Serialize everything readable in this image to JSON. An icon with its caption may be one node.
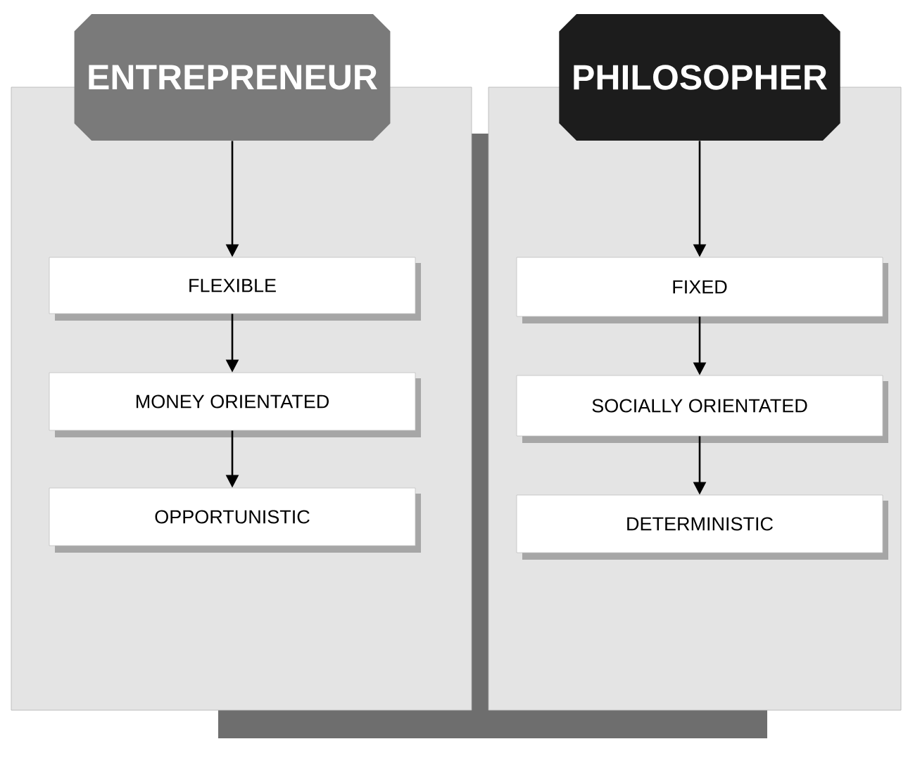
{
  "diagram": {
    "nodes": [
      {
        "text": [],
        "shape": "box"
      },
      {
        "text": [
          "ENTREPRENEUR"
        ]
      },
      {
        "text": [
          "FLEXIBLE"
        ],
        "in": 0
      },
      {
        "text": [
          "MONEY ORIENTATED"
        ],
        "in": 0
      },
      {
        "text": [
          "OPPORTUNISTIC"
        ],
        "in": 0
      },
      {
        "text": [],
        "shape": "box"
      },
      {
        "text": [
          "PHILOSOPHER"
        ]
      },
      {
        "text": [
          "FIXED"
        ],
        "in": 5
      },
      {
        "text": [
          "SOCIALLY ORIENTATED"
        ],
        "in": 5
      },
      {
        "text": [
          "DETERMINISTIC"
        ],
        "in": 5
      }
    ],
    "edges": [
      {
        "from": 1,
        "to": 2,
        "arrow": "to"
      },
      {
        "from": 2,
        "to": 3,
        "arrow": "to"
      },
      {
        "from": 3,
        "to": 4,
        "arrow": "to"
      },
      {
        "from": 6,
        "to": 7,
        "arrow": "to"
      },
      {
        "from": 7,
        "to": 8,
        "arrow": "to"
      },
      {
        "from": 8,
        "to": 9,
        "arrow": "to"
      }
    ]
  }
}
